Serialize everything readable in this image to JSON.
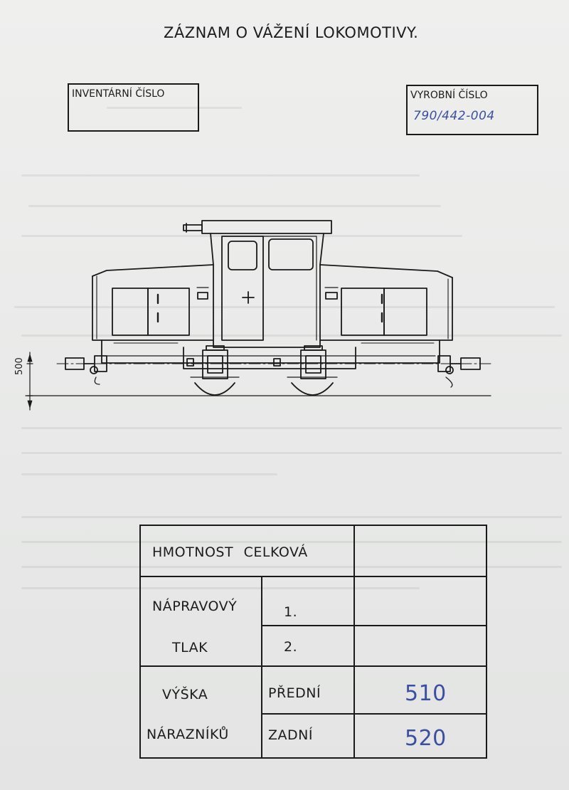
{
  "header": {
    "title": "ZÁZNAM O VÁŽENÍ LOKOMOTIVY."
  },
  "fields": {
    "inventory_label": "INVENTÁRNÍ ČÍSLO",
    "inventory_value": "",
    "serial_label": "VYROBNÍ ČÍSLO",
    "serial_value": "790/442-004"
  },
  "drawing": {
    "buffer_height_dimension": "500"
  },
  "weights_table": {
    "total_mass_label": "HMOTNOST CELKOVÁ",
    "total_mass_value": "",
    "axle_label_line1": "NÁPRAVOVÝ",
    "axle_label_line2": "TLAK",
    "axle_1": "1.",
    "axle_2": "2.",
    "axle_1_value": "",
    "axle_2_value": "",
    "buffer_label_line1": "VÝŠKA",
    "buffer_label_line2": "NÁRAZNÍKŮ",
    "front_label": "PŘEDNÍ",
    "rear_label": "ZADNÍ",
    "front_value": "510",
    "rear_value": "520"
  },
  "colors": {
    "ink": "#1a1a1a",
    "handwriting": "#3b4fa0",
    "paper": "#ecedec"
  }
}
